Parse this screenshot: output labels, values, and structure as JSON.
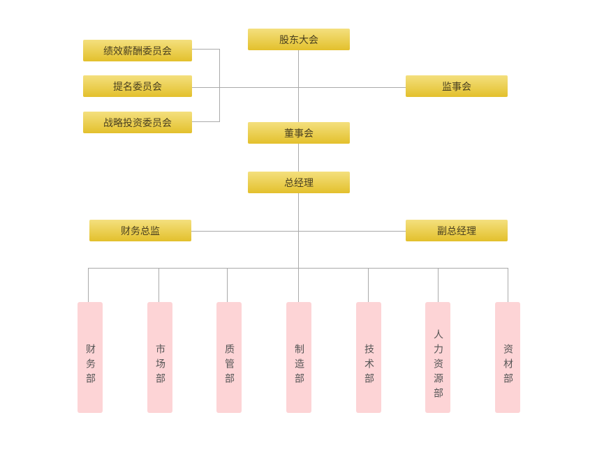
{
  "top": {
    "shareholders": "股东大会",
    "board": "董事会",
    "gm": "总经理",
    "supervisors": "监事会"
  },
  "committees": [
    "绩效薪酬委员会",
    "提名委员会",
    "战略投资委员会"
  ],
  "officers": {
    "cfo": "财务总监",
    "deputy_gm": "副总经理"
  },
  "departments": [
    "财务部",
    "市场部",
    "质管部",
    "制造部",
    "技术部",
    "人力资源部",
    "资材部"
  ],
  "colors": {
    "box": "#e8c93a",
    "dept": "#fdd4d6",
    "line": "#aaaaaa"
  }
}
